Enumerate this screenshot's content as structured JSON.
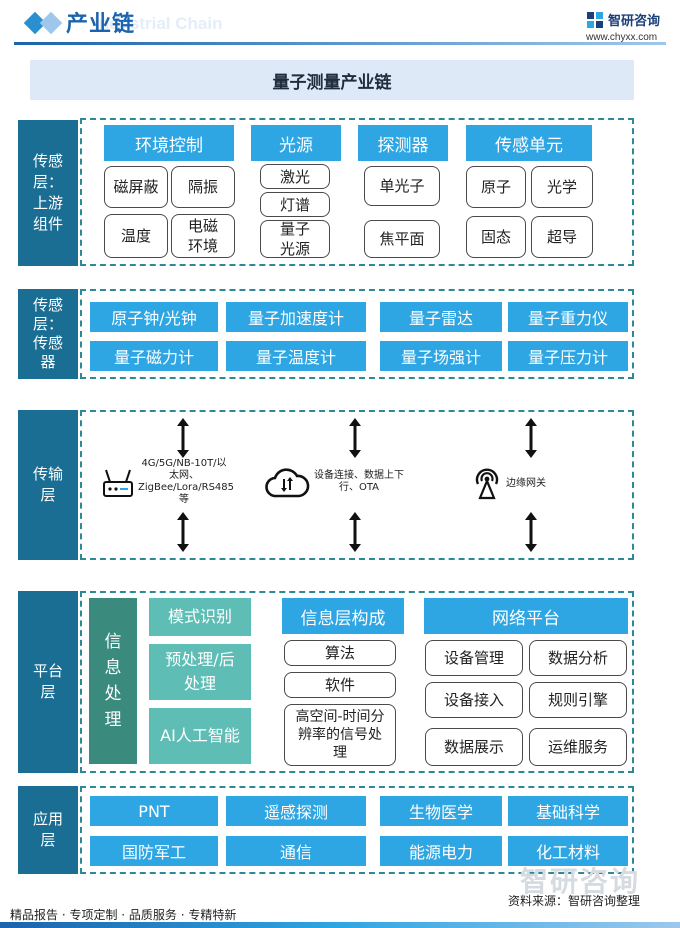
{
  "header": {
    "title": "产业链",
    "ghost_text": "Industrial Chain",
    "logo_name": "智研咨询",
    "logo_url": "www.chyxx.com"
  },
  "main_title": "量子测量产业链",
  "layers": {
    "upstream": {
      "label": "传感层：上游组件",
      "groups": {
        "env": {
          "title": "环境控制",
          "items": [
            "磁屏蔽",
            "隔振",
            "温度",
            "电磁环境"
          ]
        },
        "light": {
          "title": "光源",
          "items": [
            "激光",
            "灯谱",
            "量子光源"
          ]
        },
        "detector": {
          "title": "探测器",
          "items": [
            "单光子",
            "焦平面"
          ]
        },
        "sensor": {
          "title": "传感单元",
          "items": [
            "原子",
            "光学",
            "固态",
            "超导"
          ]
        }
      }
    },
    "sensors": {
      "label": "传感层：传感器",
      "items": [
        "原子钟/光钟",
        "量子加速度计",
        "量子雷达",
        "量子重力仪",
        "量子磁力计",
        "量子温度计",
        "量子场强计",
        "量子压力计"
      ]
    },
    "transport": {
      "label": "传输层",
      "items": [
        {
          "icon": "router-icon",
          "text": "4G/5G/NB-10T/以太网、ZigBee/Lora/RS485等"
        },
        {
          "icon": "cloud-icon",
          "text": "设备连接、数据上下行、OTA"
        },
        {
          "icon": "gateway-icon",
          "text": "边缘网关"
        }
      ]
    },
    "platform": {
      "label": "平台层",
      "info_processing": "信息处理",
      "processing_items": [
        "模式识别",
        "预处理/后处理",
        "AI人工智能"
      ],
      "info_layer": {
        "title": "信息层构成",
        "items": [
          "算法",
          "软件",
          "高空间-时间分辨率的信号处理"
        ]
      },
      "network": {
        "title": "网络平台",
        "items": [
          "设备管理",
          "数据分析",
          "设备接入",
          "规则引擎",
          "数据展示",
          "运维服务"
        ]
      }
    },
    "application": {
      "label": "应用层",
      "items": [
        "PNT",
        "遥感探测",
        "生物医学",
        "基础科学",
        "国防军工",
        "通信",
        "能源电力",
        "化工材料"
      ]
    }
  },
  "footer": {
    "tagline": "精品报告 · 专项定制 · 品质服务 · 专精特新",
    "source": "资料来源：智研咨询整理",
    "watermark": "智研咨询"
  },
  "colors": {
    "brand": "#1b63ad",
    "box_blue": "#2ea6e4",
    "label_bg": "#1b6e93",
    "teal": "#5ebdb5",
    "dark_teal": "#3a8a7d",
    "dash": "#2b8a96"
  }
}
